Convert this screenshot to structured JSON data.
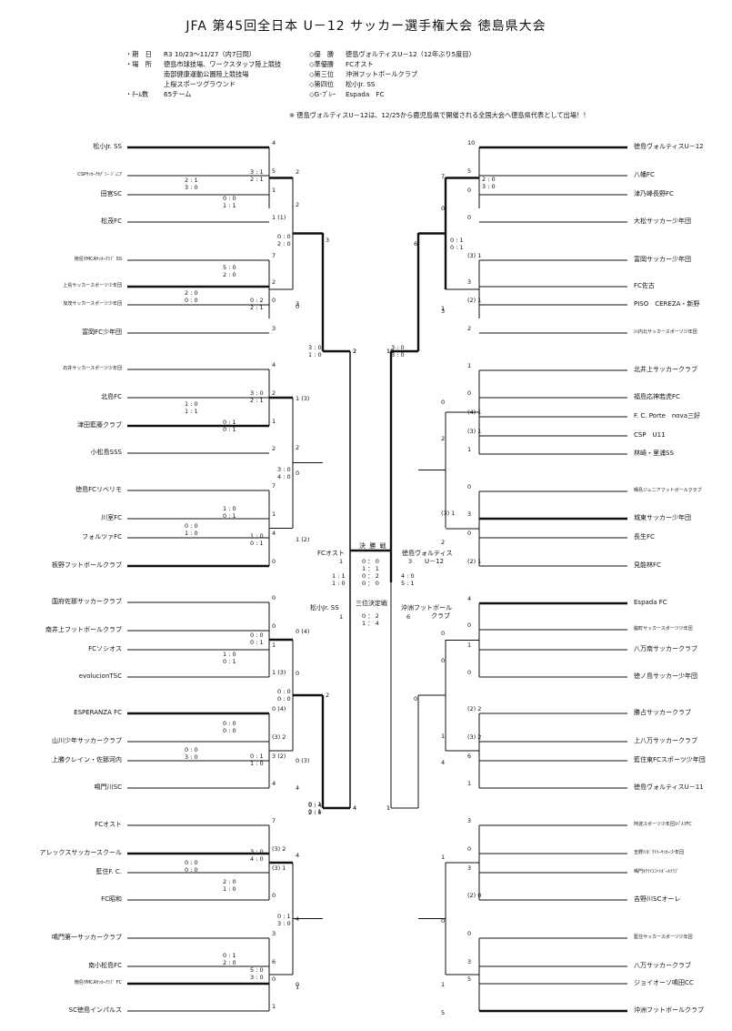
{
  "title": "JFA 第45回全日本 U－12 サッカー選手権大会 徳島県大会",
  "info_left": {
    "period_label": "・期　日",
    "period": "R3 10/23～11/27（内7日間）",
    "venue_label": "・場　所",
    "venue_1": "徳島市球技場、ワークスタッフ陸上競技",
    "venue_2": "南部健康運動公園陸上競技場",
    "venue_3": "上桜スポーツグラウンド",
    "teams_label": "・ﾁｰﾑ数",
    "teams": "65チーム"
  },
  "info_right": [
    {
      "label": "◇優　勝",
      "value": "徳島ヴォルティスU－12（12年ぶり5度目）"
    },
    {
      "label": "◇準優勝",
      "value": "FCオスト"
    },
    {
      "label": "◇第三位",
      "value": "沖洲フットボールクラブ"
    },
    {
      "label": "◇第四位",
      "value": "松小Jr. SS"
    },
    {
      "label": "◇G･ﾌﾟﾚｰ",
      "value": "Espada　FC"
    }
  ],
  "note": "※ 徳島ヴォルティスU－12は、12/25から鹿児島県で開催される全国大会へ徳島県代表として出場！！",
  "left_teams": [
    "松小Jr. SS",
    "CSPｻｯｶｰｱｶﾃﾞﾐｰ ｼﾞｭﾆｱ",
    "田宮SC",
    "松茂FC",
    "徳島YMCAｻｯｶｰｸﾗﾌﾞ SS",
    "上鳥サッカースポーツ少年団",
    "加茂サッカースポーツ少年団",
    "富岡FC少年団",
    "石井サッカースポーツ少年団",
    "北島FC",
    "津田藍藤クラブ",
    "小松島SSS",
    "徳島FCリベリモ",
    "川室FC",
    "フォルツァFC",
    "板野フットボールクラブ",
    "国府佐那サッカークラブ",
    "南井上フットボールクラブ",
    "FCソシオス",
    "evolucionTSC",
    "ESPERANZA FC",
    "山川少年サッカークラブ",
    "上勝クレイン・佐那河内",
    "鳴門川SC",
    "FCオスト",
    "アレックスサッカースクール",
    "藍住F. C.",
    "FC昭和",
    "鳴門第一サッカークラブ",
    "南小松島FC",
    "徳島YMCAｻｯｶｰｸﾗﾌﾞ FC",
    "SC徳島インパルス"
  ],
  "right_teams": [
    "徳島ヴォルティスU－12",
    "八幡FC",
    "津乃峰長野FC",
    "大松サッカー少年団",
    "富岡サッカー少年団",
    "FC佐古",
    "PISO　CEREZA・新野",
    "川内北サッカースポーツ少年団",
    "北井上サッカークラブ",
    "福島応神若虎FC",
    "F. C. Porte　nova三好",
    "CSP　U11",
    "林崎・里浦SS",
    "鳴島ジュニアフットボールクラブ",
    "城東サッカー少年団",
    "長生FC",
    "見能林FC",
    "Espada FC",
    "脇町サッカースポーツ少年団",
    "八万南サッカークラブ",
    "徳ノ島サッカー少年団",
    "勝占サッカークラブ",
    "上八万サッカークラブ",
    "藍住東FCスポーツ少年団",
    "徳島ヴォルティスU－11",
    "阿波スポーツ少年団ｽﾍﾟﾙﾏFC",
    "吉野川ﾋﾞｸﾄﾘｰｻｯｶｰ少年団",
    "鳴門ｵｸﾗｲｽﾌｯﾄﾎﾞｰﾙｸﾗﾌﾞ",
    "吉野川SCオーレ",
    "藍住サッカースポーツ少年団",
    "八万サッカークラブ",
    "ジョイオーソ鳴田CC",
    "沖洲フットボールクラブ"
  ],
  "center": {
    "final_label": "決 勝 戦",
    "final_left_team": "FCオスト",
    "final_right_team_1": "徳島ヴォルティス",
    "final_right_team_2": "U－12",
    "final_left_score": "1",
    "final_right_score": "3",
    "final_detail": "0 ： 0\n1 ： 1\n0 ： 2\n0 ： 0",
    "final_left_detail": "\n\n1 : 1\n1 : 0",
    "final_right_detail": "\n\n4 : 0\n5 : 1",
    "third_label": "三位決定戦",
    "third_left_team": "松小Jr. SS",
    "third_right_team_1": "沖洲フットボール",
    "third_right_team_2": "クラブ",
    "third_left_score": "1",
    "third_right_score": "6",
    "third_detail": "0 ： 2\n1 ： 4"
  },
  "scores": {
    "l1": [
      "4",
      "5",
      "1",
      "1 (1)",
      "7",
      "2",
      "0",
      "3",
      "4",
      "2",
      "1",
      "2",
      "7",
      "1",
      "4",
      "0",
      "0",
      "0",
      "1",
      "1 (3)",
      "0 (4)",
      "(3) 2",
      "3 (2)",
      "4",
      "7",
      "(3) 2",
      "(3) 1",
      "0",
      "3",
      "6",
      "0",
      "1"
    ],
    "l2": [
      "2",
      "2",
      "3",
      "0",
      "1 (3)",
      "2",
      "0",
      "1 (2)",
      "0 (4)",
      "0",
      "0 (3)",
      "4",
      "4",
      "4",
      "0",
      "1"
    ],
    "l3": [
      "3",
      "2",
      "2",
      "4"
    ],
    "l4": [
      "2",
      "4"
    ],
    "r1": [
      "10",
      "5",
      "0",
      "0",
      "(3) 1",
      "3",
      "(2) 1",
      "2",
      "1",
      "0",
      "(4) 1",
      "(3) 1",
      "1",
      "0",
      "3",
      "0",
      "(2) 1",
      "4",
      "0",
      "1",
      "0",
      "(2) 2",
      "(3) 2",
      "6",
      "1",
      "3",
      "0",
      "3",
      "(2) 0",
      "0",
      "3",
      "5"
    ],
    "r2": [
      "7",
      "0",
      "1",
      "3",
      "0",
      "2",
      "(3) 1",
      "2",
      "0",
      "0",
      "1",
      "4",
      "1",
      "0",
      "1",
      "5"
    ],
    "r3": [
      "6",
      "10",
      "0",
      "1"
    ],
    "r4": [
      "10",
      "1"
    ]
  },
  "clusters": {
    "a": "3 : 1\n2 : 1",
    "b": "2 : 1\n3 : 0",
    "c": "0 : 0\n1 : 1",
    "d": "0 : 0\n2 : 0",
    "e": "5 : 0\n2 : 0",
    "f": "2 : 0\n0 : 0",
    "g": "0 : 2\n2 : 1",
    "h": "3 : 0\n1 : 0",
    "i": "3 : 0\n2 : 1",
    "j": "1 : 0\n1 : 1",
    "k": "0 : 1\n0 : 1",
    "l": "3 : 0\n4 : 0",
    "m": "1 : 0\n0 : 1",
    "n": "0 : 0\n1 : 0",
    "o": "1 : 0\n0 : 1",
    "p": "0 : 1\n0 : 1",
    "q": "0 : 0\n0 : 1",
    "r": "1 : 0\n0 : 1",
    "s": "0 : 0\n0 : 0",
    "t": "0 : 0\n0 : 0",
    "u": "0 : 0\n3 : 0",
    "v": "0 : 1\n1 : 0",
    "w": "0 : 1\n0 : 1",
    "x": "2 : 0\n3 : 0",
    "y": "0 : 4\n2 : 0",
    "z": "3 : 0\n4 : 0",
    "aa": "0 : 0\n0 : 0",
    "ab": "2 : 0\n1 : 0",
    "ac": "0 : 1\n3 : 0",
    "ad": "0 : 1\n2 : 0",
    "ae": "3 : 0\n3 : 0",
    "af": "5 : 0\n3 : 0"
  }
}
